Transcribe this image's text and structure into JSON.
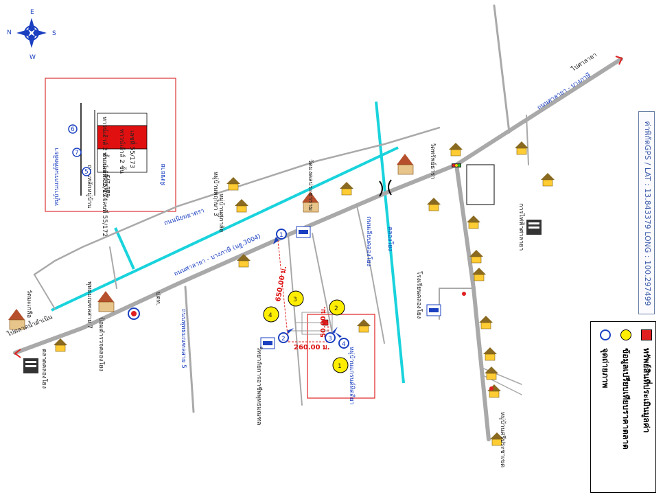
{
  "compass": {
    "n": "N",
    "e": "E",
    "s": "S",
    "w": "W"
  },
  "inset": {
    "village": "หมู่บ้านแกรนด์ทิตติยา",
    "subtitle": "ซอย 1/5",
    "road": "ถนนหลักหมู่บ้าน",
    "plots": [
      "ทาวน์เฮ้าส์ 2 ชั้น เลขที่ 55/174",
      "ทาวน์เฮ้าส์ 2 ชั้น",
      "เลขที่ 55/173",
      "ทาวน์เฮ้าส์ 2 ชั้น เลขที่ 55/172"
    ],
    "note": "ผังขยาย",
    "markers": [
      "5",
      "7",
      "6"
    ]
  },
  "places": {
    "wat_kok": "วัดมะเกลือ",
    "to_nakhon": "ไปตลาดน้ำดำเนิน",
    "market_left": "ตลาดคลองโยง",
    "wat_thong": "พุทธมณฑลสาย 7",
    "police": "ป้อมตำรวจคลองโยง",
    "ptt": "ปตท.",
    "school_main": "วิทยาลัยการอาชีพพุทธมณฑล",
    "village_right1": "หมู่บ้านพฤกษา 3",
    "village_right2": "หมู่บ้านศุภาลัย",
    "temple_center": "วัดมงคลประชาราม",
    "wat_tai": "วัดทรัพย์ธารา",
    "school_right": "โรงเรียนคลองโยง",
    "to_bang": "ไปศาลายา",
    "subject": "หมู่บ้านแกรนด์ทิตติยา",
    "electric": "การไฟฟ้าศาลายา",
    "canal": "คลองโยง",
    "prasert": "หมู่บ้านศรีประชาเขต"
  },
  "roads": {
    "main": "ถนนศาลายา - บางภาษี (นฐ.3004)",
    "upper": "ถนนศาลายา - บางภาษี",
    "side1": "ถนนพุทธมณฑลสาย 5",
    "lower": "ถนนเลียบคลองโยง",
    "nok": "ถนนนิยมยาตรา"
  },
  "distances": {
    "d1": "650.00 ม.",
    "d2": "260.00 ม.",
    "d3": "50.00 ม."
  },
  "numbers": [
    "1",
    "2",
    "3",
    "4"
  ],
  "photo_points": [
    "1",
    "2",
    "3",
    "4"
  ],
  "legend": {
    "title": "",
    "items": [
      {
        "label": "ทรัพย์สินที่ประเมินมูลค่า",
        "symbol": "red-square"
      },
      {
        "label": "ข้อมูลเปรียบเทียบราคาตลาด",
        "symbol": "yellow-circle"
      },
      {
        "label": "จุดถ่ายภาพ",
        "symbol": "blue-pin"
      }
    ]
  },
  "gps": "ค่าพิกัดGPS / LAT : 13.843379 LONG : 100.297499",
  "colors": {
    "road": "#a9a9a9",
    "canal": "#19d3dc",
    "accent_red": "#e02020",
    "marker_yellow": "#ffee00",
    "marker_blue": "#1a3fc0"
  }
}
